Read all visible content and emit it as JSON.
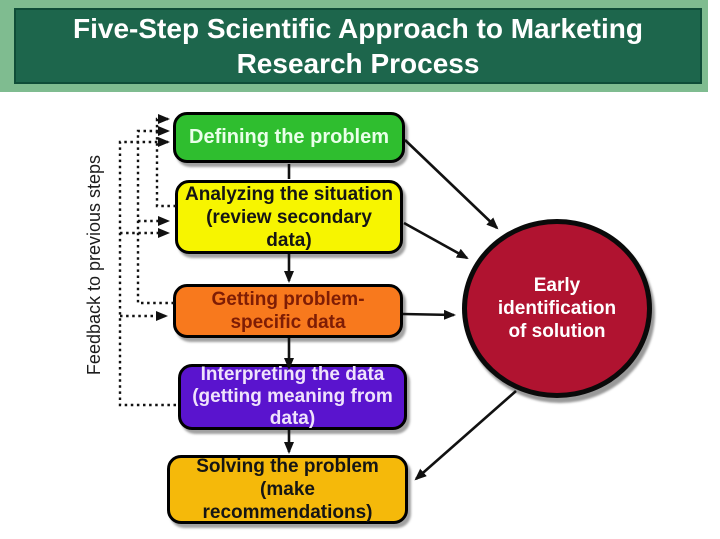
{
  "header": {
    "title_line1": "Five-Step Scientific Approach to Marketing",
    "title_line2": "Research Process"
  },
  "feedback_label": "Feedback to previous steps",
  "steps": [
    {
      "name": "defining-the-problem",
      "color": "#2fbe2f",
      "text_color": "#e9ffe9",
      "lines": [
        "Defining the problem"
      ]
    },
    {
      "name": "analyzing-the-situation",
      "color": "#f7f500",
      "text_color": "#151515",
      "lines": [
        "Analyzing the situation",
        "(review secondary",
        "data)"
      ]
    },
    {
      "name": "getting-problem-specific-data",
      "color": "#f8791d",
      "text_color": "#7e1d05",
      "lines": [
        "Getting problem-",
        "specific data"
      ]
    },
    {
      "name": "interpreting-the-data",
      "color": "#5a14ce",
      "text_color": "#efe3fb",
      "lines": [
        "Interpreting the data",
        "(getting meaning from",
        "data)"
      ]
    },
    {
      "name": "solving-the-problem",
      "color": "#f5b90a",
      "text_color": "#151515",
      "lines": [
        "Solving the problem",
        "(make",
        "recommendations)"
      ]
    }
  ],
  "solution": {
    "color": "#b01330",
    "text_color": "#ffffff",
    "lines": [
      "Early",
      "identification",
      "of solution"
    ]
  },
  "colors": {
    "header_strip": "#7fbc90",
    "header_panel": "#1d664c",
    "header_border": "#0f4d38",
    "header_text": "#ffffff",
    "connector": "#111111",
    "background": "#ffffff"
  }
}
